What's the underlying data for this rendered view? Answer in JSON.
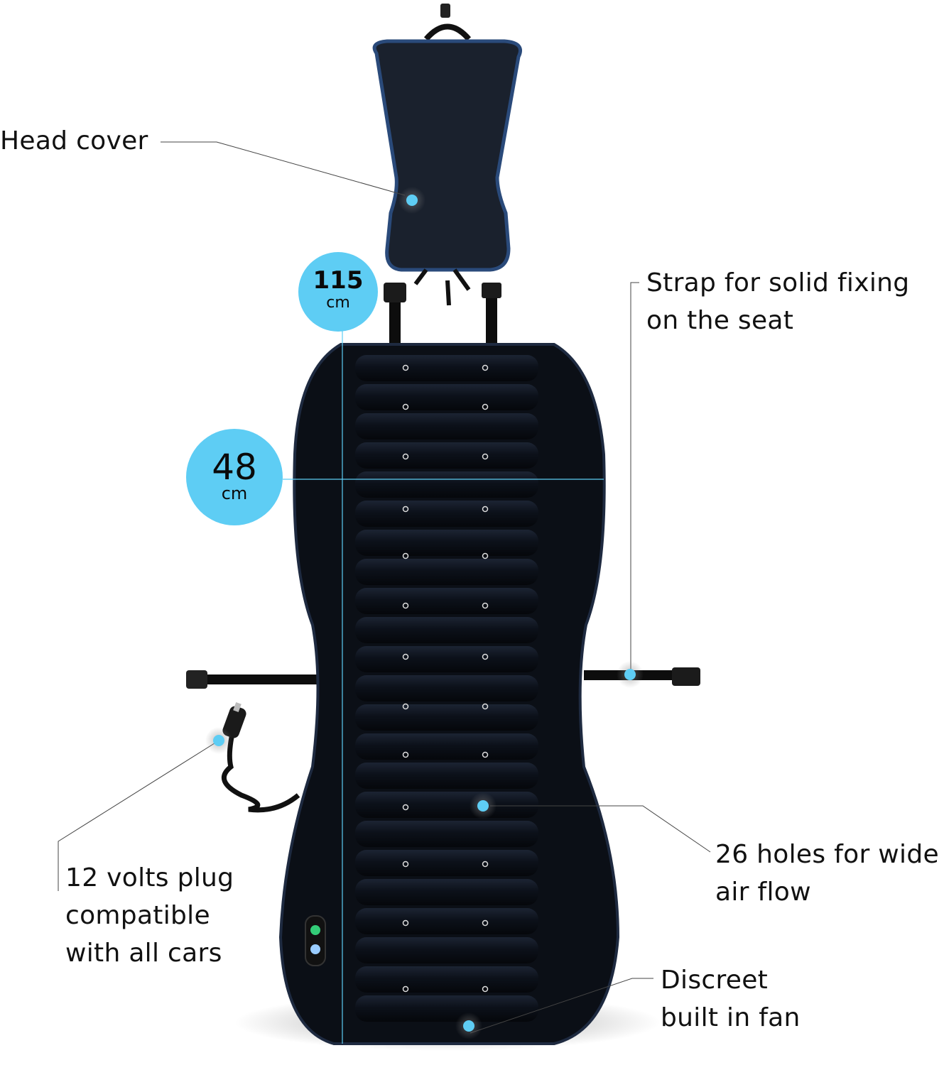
{
  "callouts": {
    "head_cover": [
      "Head cover"
    ],
    "strap": [
      "Strap for solid fixing",
      "on the seat"
    ],
    "holes": [
      "26 holes for wide",
      "air flow"
    ],
    "plug": [
      "12 volts plug",
      "compatible",
      "with all cars"
    ],
    "fan": [
      "Discreet",
      "built in fan"
    ]
  },
  "dimensions": {
    "height": {
      "value": "115",
      "unit": "cm"
    },
    "width": {
      "value": "48",
      "unit": "cm"
    }
  },
  "colors": {
    "accent": "#5ecdf4",
    "cushion": "#0b0f16",
    "trim": "#2a4a7a"
  }
}
